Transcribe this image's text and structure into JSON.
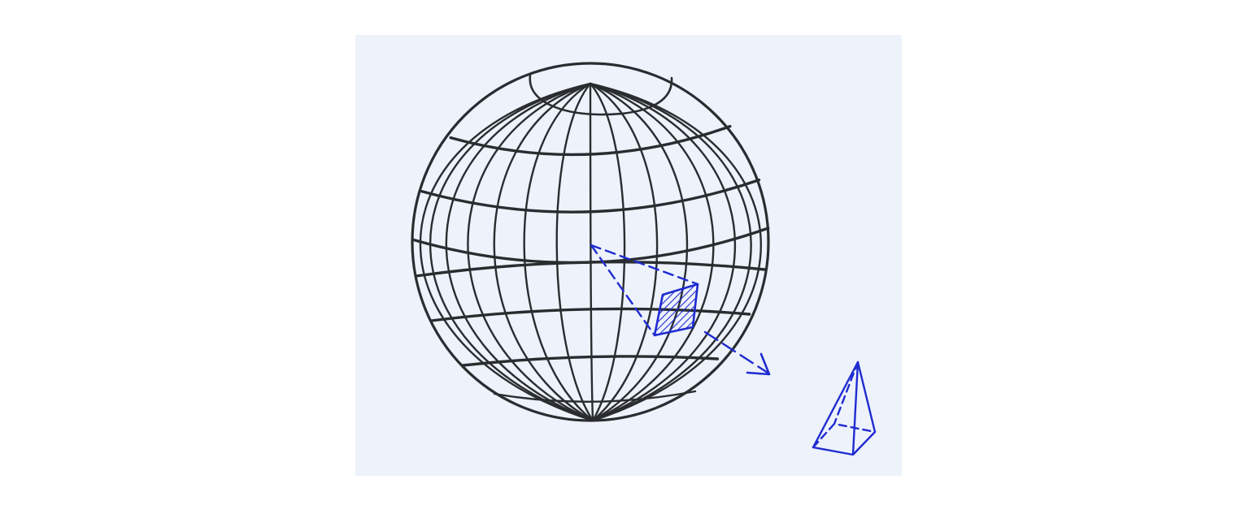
{
  "diagram": {
    "description_visible_text": "",
    "colors": {
      "page_background": "#ffffff",
      "panel_background": "#edf2fb",
      "sphere_ink": "#2a2d2f",
      "accent_ink": "#1f2bd0"
    },
    "elements": {
      "sphere": {
        "meridian_count": 16,
        "parallel_count": 6,
        "has_polar_cap_ring": true
      },
      "surface_patch": {
        "hatched": true
      },
      "cone_lines": {
        "style": "dashed",
        "count": 2
      },
      "normal_arrow": {
        "style": "dashed-with-arrowhead"
      },
      "pyramid": {
        "base": "square",
        "hidden_edges_dashed": true
      }
    }
  }
}
